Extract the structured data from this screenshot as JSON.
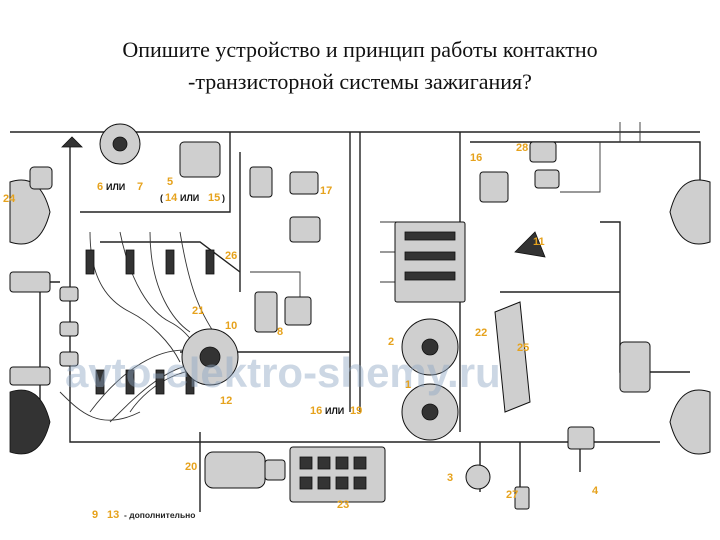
{
  "title": {
    "line1": "Опишите устройство и принцип работы контактно",
    "line2": "-транзисторной системы зажигания?"
  },
  "diagram": {
    "watermark": "avto-elektro-shemy.ru",
    "labels": {
      "l1": "1",
      "l2": "2",
      "l3": "3",
      "l4": "4",
      "l5": "5",
      "l6": "6",
      "l7": "7",
      "l8": "8",
      "l9": "9",
      "l10": "10",
      "l11": "11",
      "l12": "12",
      "l13": "13",
      "l14": "14",
      "l15": "15",
      "l16a": "16",
      "l16b": "16",
      "l17": "17",
      "l19": "19",
      "l20": "20",
      "l21": "21",
      "l22": "22",
      "l23": "23",
      "l24": "24",
      "l25": "25",
      "l26": "26",
      "l27": "27",
      "l28": "28",
      "or_word": "ИЛИ",
      "paren_open": "(",
      "paren_close": ")",
      "extra_note": "- дополнительно"
    },
    "colors": {
      "label": "#e6a21c",
      "wire": "#222222",
      "component": "#cfcfcf"
    }
  }
}
